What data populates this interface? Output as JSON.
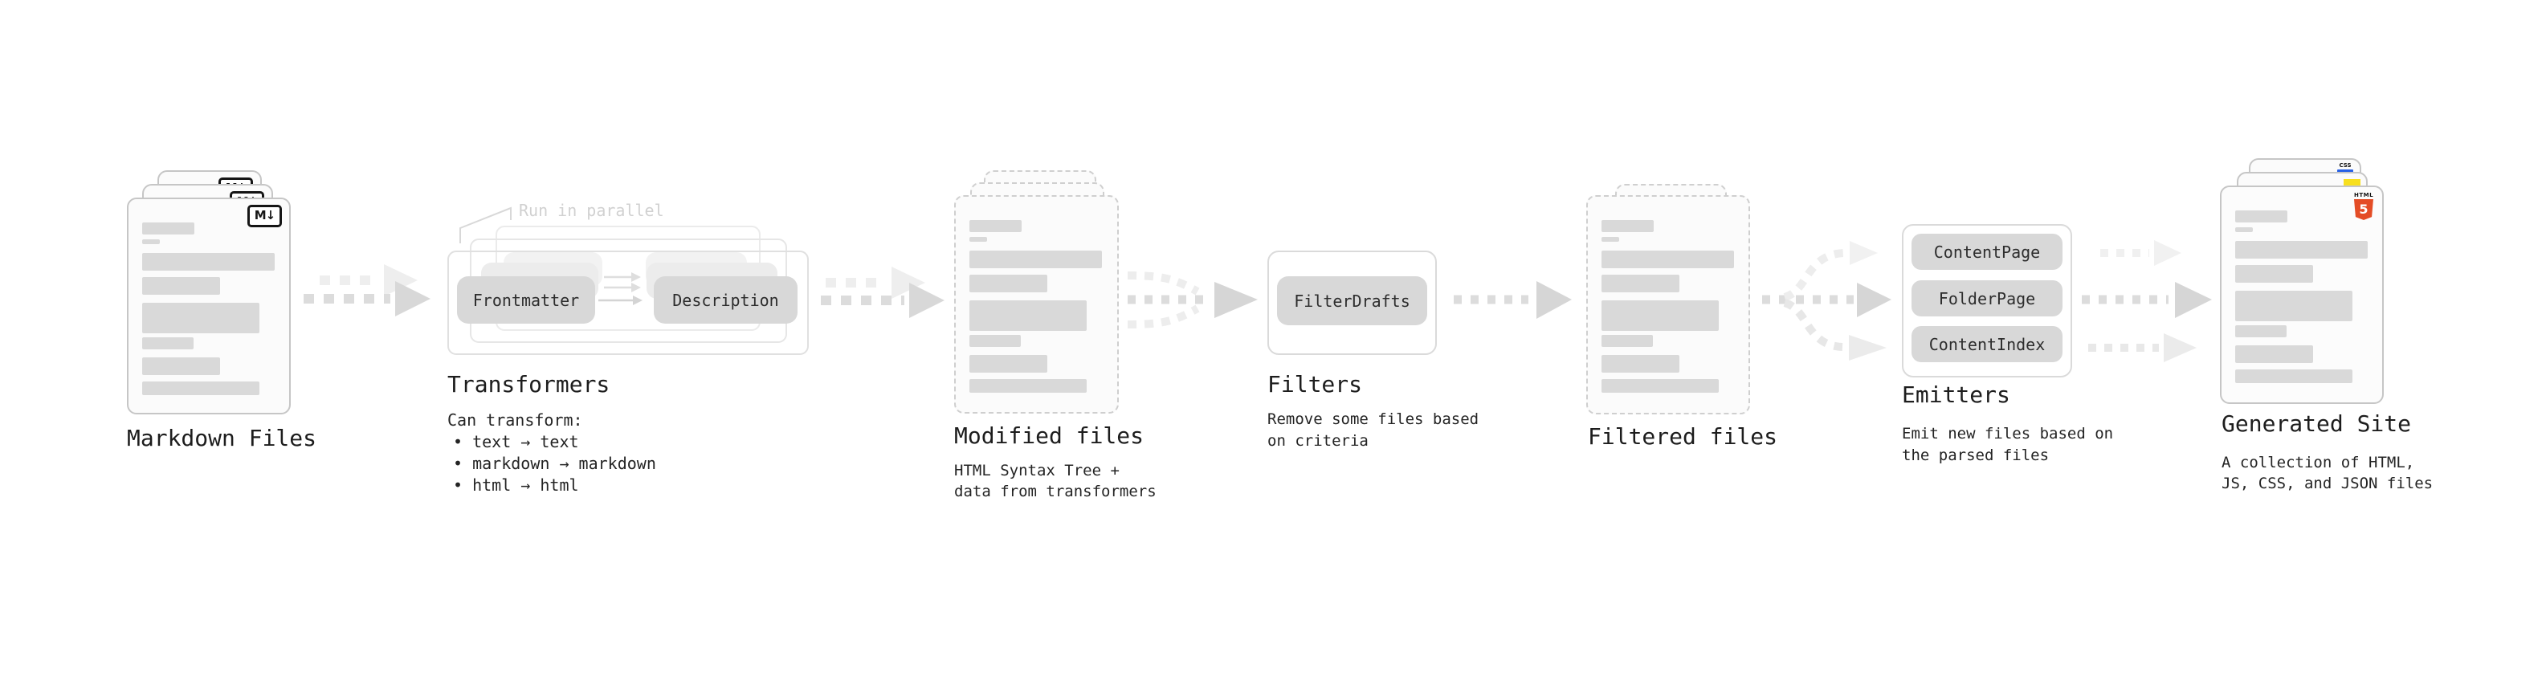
{
  "annotation": {
    "run_in_parallel": "Run in parallel"
  },
  "stages": {
    "markdown": {
      "title": "Markdown Files",
      "badge": "M↓"
    },
    "transformers": {
      "title": "Transformers",
      "desc_heading": "Can transform:",
      "bullets": [
        "• text → text",
        "• markdown → markdown",
        "• html → html"
      ],
      "pill_left": "Frontmatter",
      "pill_right": "Description"
    },
    "modified": {
      "title": "Modified files",
      "subtitle": "HTML Syntax Tree +\ndata from transformers"
    },
    "filters": {
      "title": "Filters",
      "subtitle": "Remove some files based\non criteria",
      "pill": "FilterDrafts"
    },
    "filtered": {
      "title": "Filtered files"
    },
    "emitters": {
      "title": "Emitters",
      "subtitle": "Emit new files based on\nthe parsed files",
      "pills": [
        "ContentPage",
        "FolderPage",
        "ContentIndex"
      ]
    },
    "generated": {
      "title": "Generated Site",
      "subtitle": "A collection of HTML,\nJS, CSS, and JSON files",
      "badge_css": "CSS",
      "badge_html_label": "HTML",
      "badge_html_number": "5"
    }
  },
  "colors": {
    "html5_orange": "#e44d26",
    "js_yellow": "#f7df1e",
    "css_blue": "#2760e6",
    "pill_gray": "#d8d8d8",
    "card_border": "#c6c6c6",
    "bar_gray": "#d9d9d9",
    "arrow_dark": "#dcdcdc",
    "arrow_light": "#ededed",
    "text_dark": "#242424",
    "faint_label": "#d1d1d1"
  }
}
